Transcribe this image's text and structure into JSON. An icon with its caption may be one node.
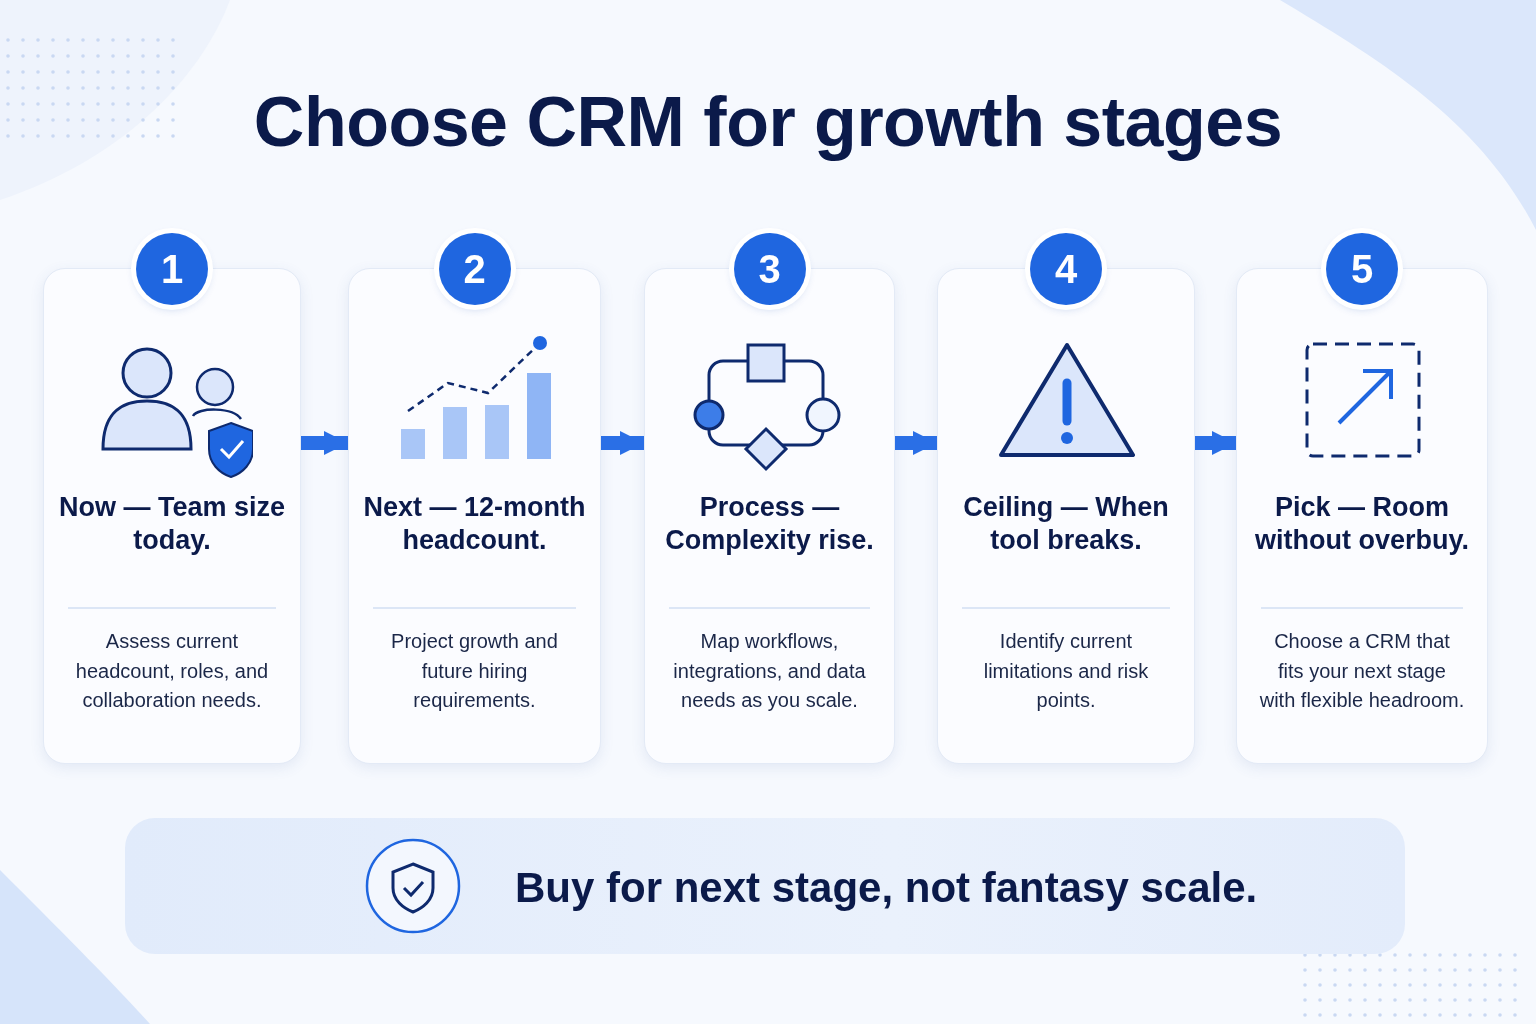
{
  "diagram": {
    "title": "Choose CRM for growth stages",
    "nodes": [
      {
        "text": [
          "1",
          "Now — Team size today.",
          "Assess current headcount, roles, and collaboration needs."
        ]
      },
      {
        "text": [
          "2",
          "Next — 12-month headcount.",
          "Project growth and future hiring requirements."
        ]
      },
      {
        "text": [
          "3",
          "Process — Complexity rise.",
          "Map workflows, integrations, and data needs as you scale."
        ]
      },
      {
        "text": [
          "4",
          "Ceiling — When tool breaks.",
          "Identify current limitations and risk points."
        ]
      },
      {
        "text": [
          "5",
          "Pick — Room without overbuy.",
          "Choose a CRM that fits your next stage with flexible headroom."
        ]
      },
      {
        "text": [
          "Buy for next stage, not fantasy scale."
        ]
      }
    ],
    "edges": [
      {
        "from": 0,
        "to": 1,
        "arrow": "to"
      },
      {
        "from": 1,
        "to": 2,
        "arrow": "to"
      },
      {
        "from": 2,
        "to": 3,
        "arrow": "to"
      },
      {
        "from": 3,
        "to": 4,
        "arrow": "to"
      }
    ]
  }
}
